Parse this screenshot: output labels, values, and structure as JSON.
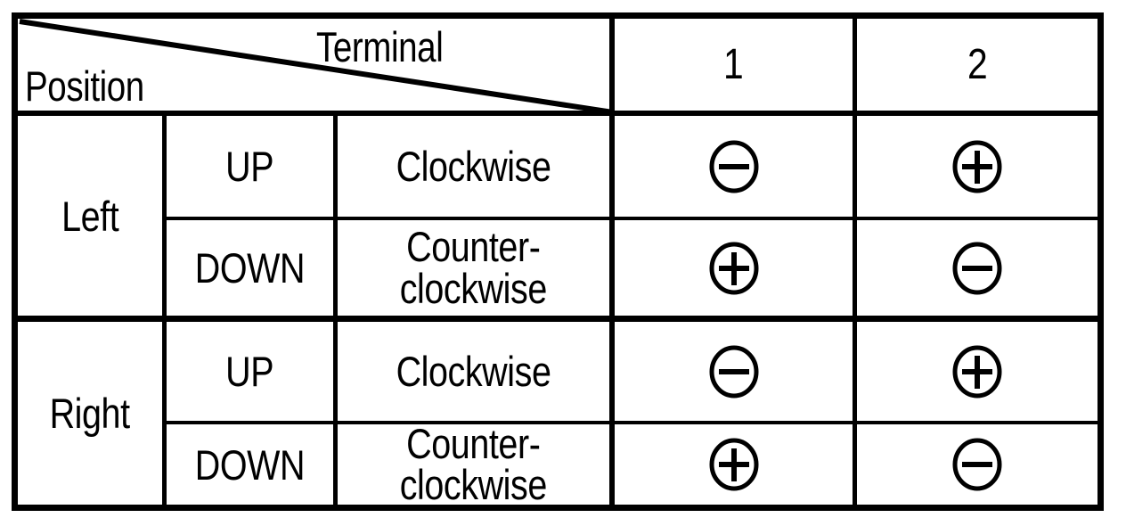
{
  "table": {
    "header": {
      "row_axis_label": "Position",
      "col_axis_label": "Terminal",
      "terminal_columns": [
        "1",
        "2"
      ]
    },
    "rows": [
      {
        "position": "Left",
        "lever": "UP",
        "rotation": "Clockwise",
        "terminal_1": "minus",
        "terminal_2": "plus"
      },
      {
        "position": "Left",
        "lever": "DOWN",
        "rotation": "Counter-clockwise",
        "terminal_1": "plus",
        "terminal_2": "minus"
      },
      {
        "position": "Right",
        "lever": "UP",
        "rotation": "Clockwise",
        "terminal_1": "minus",
        "terminal_2": "plus"
      },
      {
        "position": "Right",
        "lever": "DOWN",
        "rotation": "Counter-clockwise",
        "terminal_1": "plus",
        "terminal_2": "minus"
      }
    ],
    "rotation_line_breaks": {
      "counter_clockwise_line_1": "Counter-",
      "counter_clockwise_line_2": "clockwise"
    },
    "colors": {
      "ink": "#000000",
      "background": "#ffffff"
    }
  }
}
